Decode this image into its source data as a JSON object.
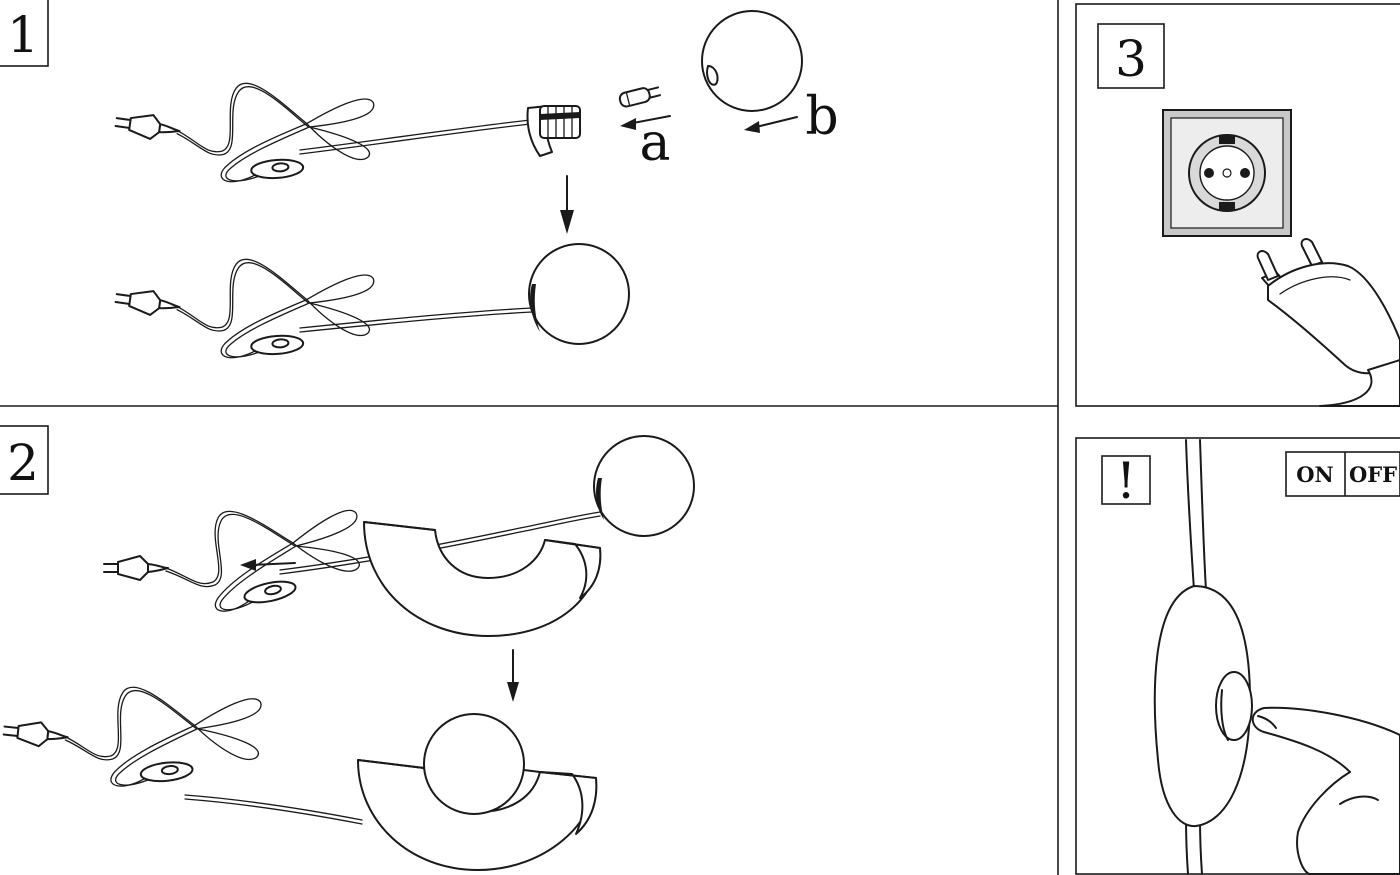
{
  "steps": [
    {
      "id": "step-1",
      "number": "1"
    },
    {
      "id": "step-2",
      "number": "2"
    },
    {
      "id": "step-3",
      "number": "3"
    },
    {
      "id": "step-warning",
      "number": "!"
    }
  ],
  "labels": {
    "part_a": "a",
    "part_b": "b"
  },
  "switch_panel": {
    "on": "ON",
    "off": "OFF"
  },
  "icons": [
    "plug",
    "cord-switch",
    "lamp-socket",
    "bulb",
    "globe-shade",
    "crescent-base",
    "wall-socket",
    "finger",
    "arrow"
  ],
  "colors": {
    "ink": "#1a1a1a",
    "paper": "#ffffff",
    "socket_grey": "#c8c8c8"
  }
}
